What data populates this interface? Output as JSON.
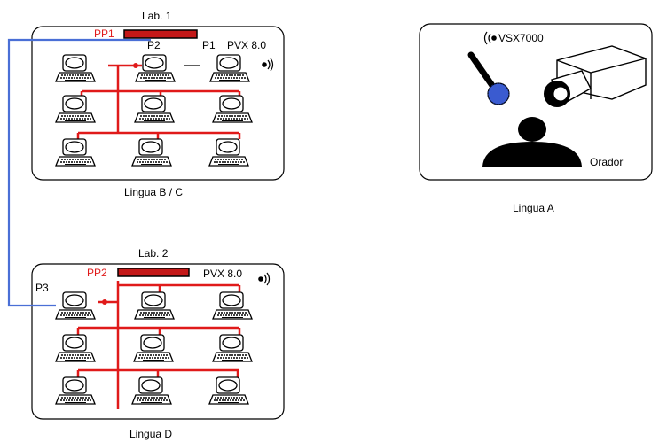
{
  "colors": {
    "red_network": "#e01a1a",
    "blue_link": "#4a6fd6",
    "panel_bar": "#c41818",
    "mic_head": "#3a5bd0"
  },
  "lab1": {
    "title": "Lab. 1",
    "panel": "PP1",
    "port_p2": "P2",
    "port_p1": "P1",
    "device": "PVX 8.0",
    "caption": "Lingua B / C"
  },
  "lab2": {
    "title": "Lab. 2",
    "panel": "PP2",
    "port_p3": "P3",
    "device": "PVX 8.0",
    "caption": "Lingua D"
  },
  "speaker_room": {
    "device": "VSX7000",
    "speaker": "Orador",
    "caption": "Lingua A"
  }
}
